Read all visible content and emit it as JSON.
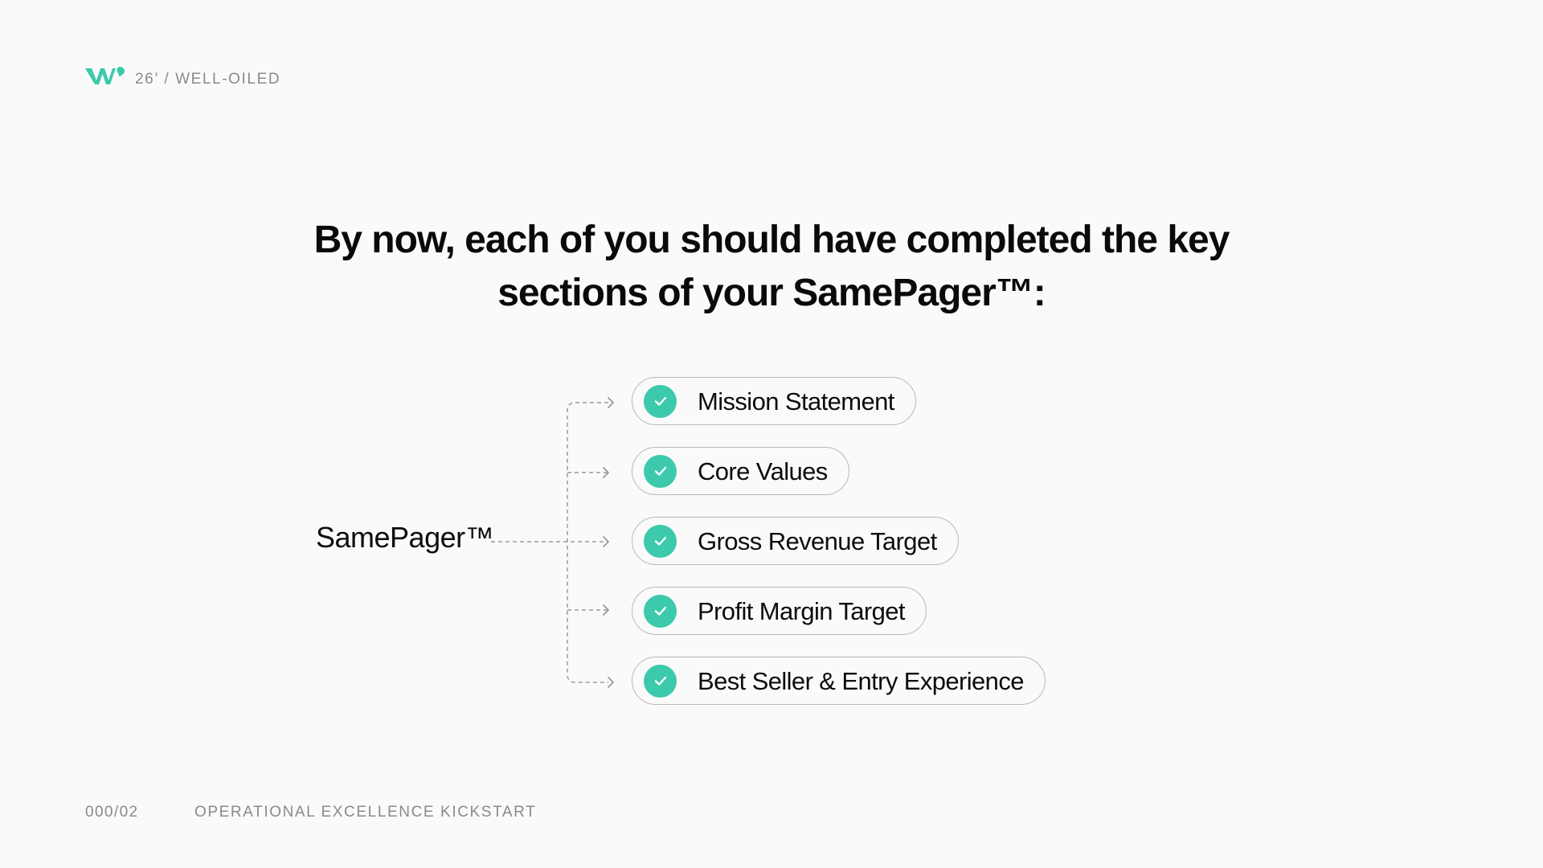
{
  "header": {
    "logo_icon": "well-oiled-logo",
    "brand_text": "26’ / WELL-OILED"
  },
  "headline": {
    "line1": "By now, each of you should have completed the key",
    "line2": "sections of your SamePager™:"
  },
  "diagram": {
    "source_label": "SamePager™",
    "items": [
      {
        "label": "Mission Statement",
        "icon": "check-circle-icon",
        "completed": true
      },
      {
        "label": "Core Values",
        "icon": "check-circle-icon",
        "completed": true
      },
      {
        "label": "Gross Revenue Target",
        "icon": "check-circle-icon",
        "completed": true
      },
      {
        "label": "Profit Margin Target",
        "icon": "check-circle-icon",
        "completed": true
      },
      {
        "label": "Best Seller & Entry Experience",
        "icon": "check-circle-icon",
        "completed": true
      }
    ]
  },
  "footer": {
    "page_number": "000/02",
    "title": "OPERATIONAL EXCELLENCE KICKSTART"
  },
  "colors": {
    "accent": "#3cc9ac",
    "background": "#fafafa",
    "text": "#0d0d0d",
    "muted_text": "#8a8a8a",
    "pill_border": "#b9b9b9",
    "connector": "#9a9a9a"
  }
}
